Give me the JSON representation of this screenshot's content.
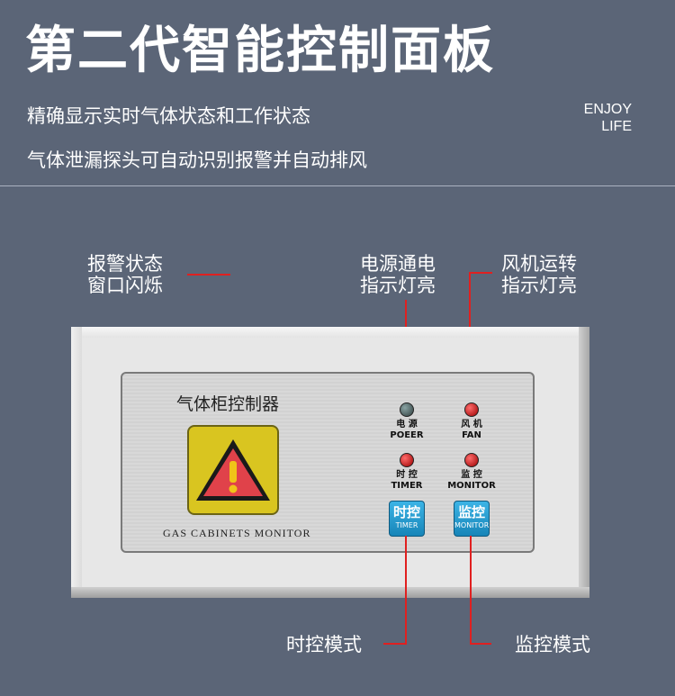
{
  "header": {
    "title": "第二代智能控制面板",
    "line1": "精确显示实时气体状态和工作状态",
    "line2": "气体泄漏探头可自动识别报警并自动排风",
    "tagline": [
      "ENJOY",
      "LIFE"
    ]
  },
  "callouts": {
    "alarm_window": [
      "报警状态",
      "窗口闪烁"
    ],
    "power_light": [
      "电源通电",
      "指示灯亮"
    ],
    "fan_light": [
      "风机运转",
      "指示灯亮"
    ],
    "timer_mode": "时控模式",
    "monitor_mode": "监控模式"
  },
  "device": {
    "title": "气体柜控制器",
    "subtitle": "GAS CABINETS MONITOR",
    "indicators": [
      {
        "cn": "电 源",
        "en": "POEER",
        "color": "#2f3f3f"
      },
      {
        "cn": "风 机",
        "en": "FAN",
        "color": "#c00000"
      },
      {
        "cn": "时 控",
        "en": "TIMER",
        "color": "#c00000"
      },
      {
        "cn": "监 控",
        "en": "MONITOR",
        "color": "#c00000"
      }
    ],
    "buttons": [
      {
        "cn": "时控",
        "en": "TIMER"
      },
      {
        "cn": "监控",
        "en": "MONITOR"
      }
    ],
    "warning_icon": "warning-triangle-icon"
  }
}
